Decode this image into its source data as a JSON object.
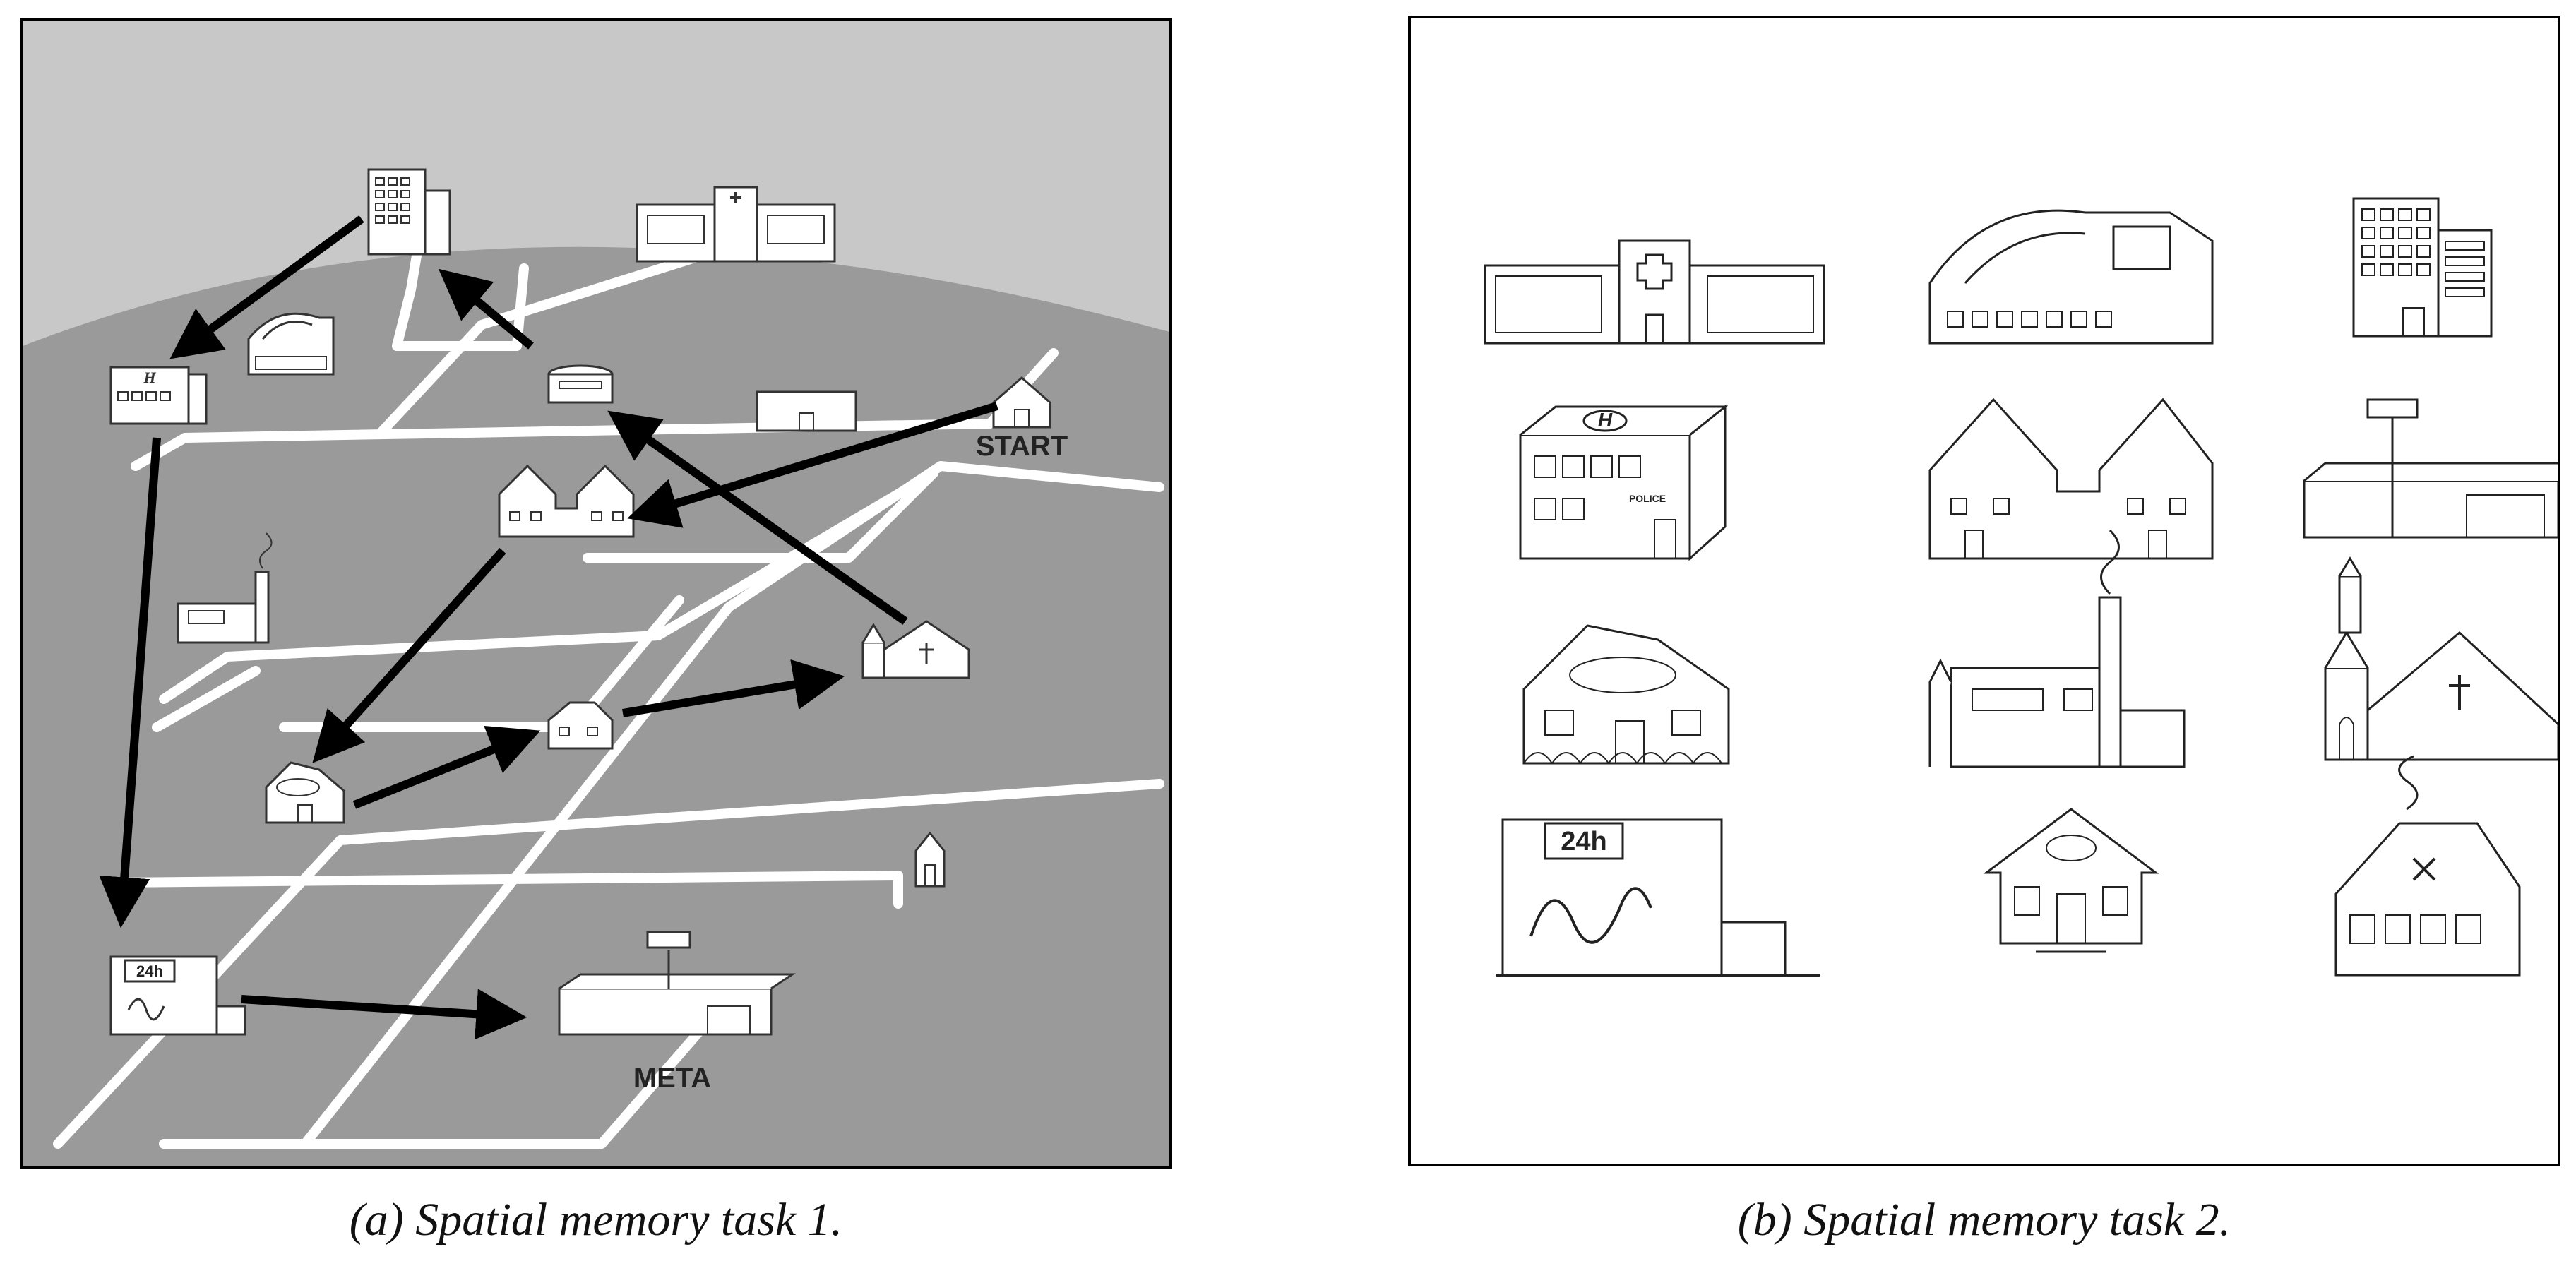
{
  "captions": {
    "a": "(a) Spatial memory task 1.",
    "b": "(b) Spatial memory task 2."
  },
  "map": {
    "start_label": "START",
    "end_label": "META",
    "sign_24h": "24h",
    "police_letter": "H"
  },
  "buildings_b": {
    "sign_24h": "24h",
    "police_letter": "H",
    "police_text": "POLICE"
  },
  "colors": {
    "ground": "#9a9a9a",
    "sky": "#c8c8c8",
    "road": "#ffffff",
    "arrow": "#000000"
  }
}
